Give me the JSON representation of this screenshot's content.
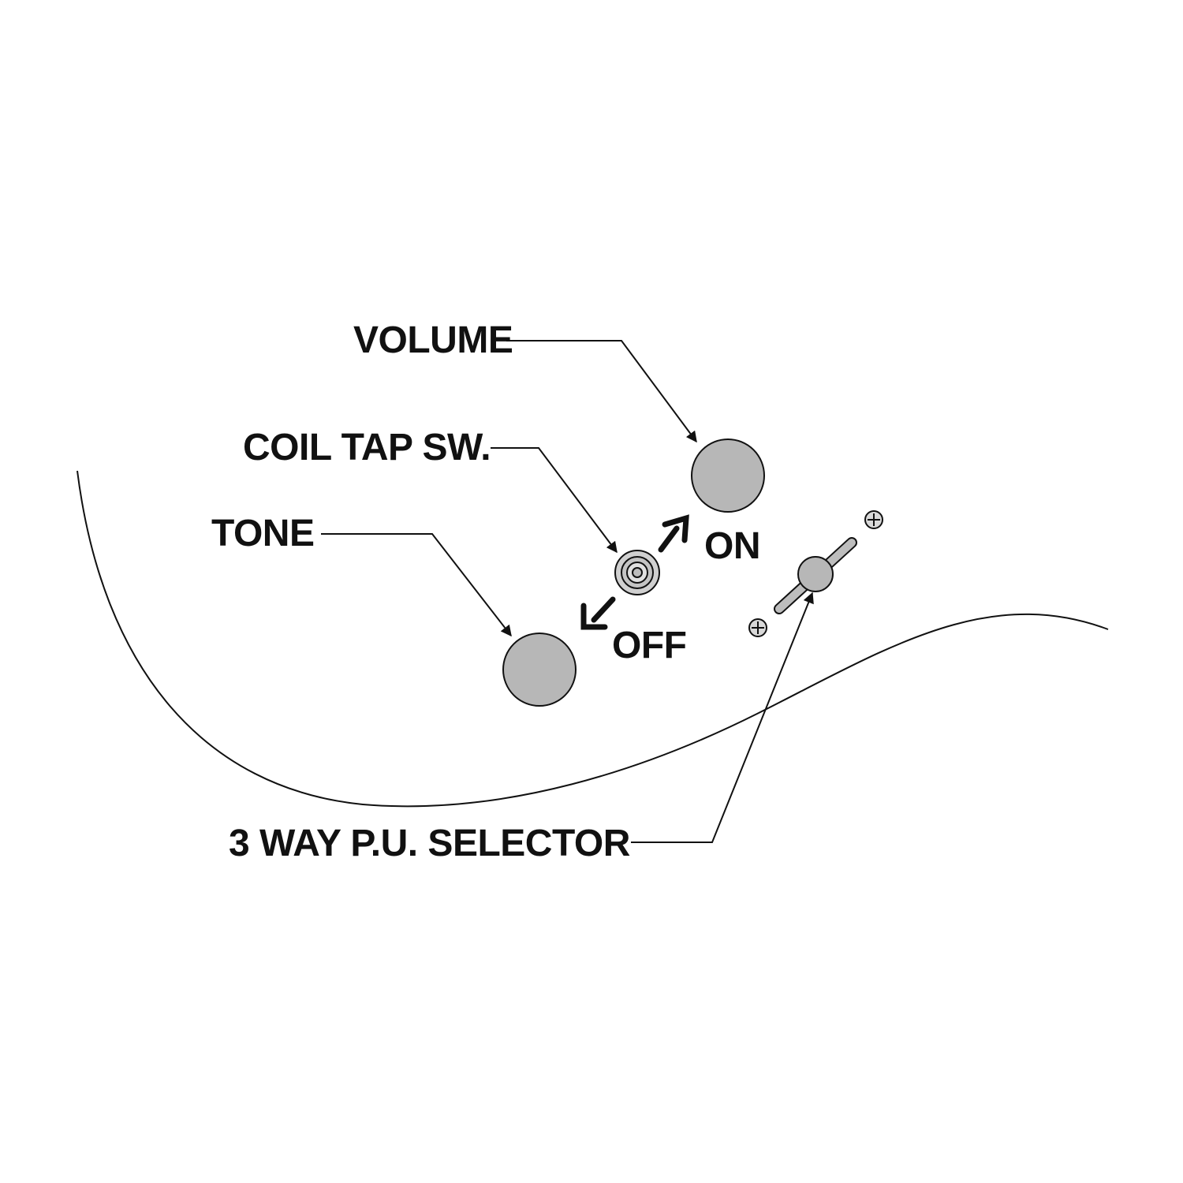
{
  "labels": {
    "volume": "VOLUME",
    "coil_tap": "COIL TAP SW.",
    "tone": "TONE",
    "on": "ON",
    "off": "OFF",
    "selector": "3 WAY P.U. SELECTOR"
  },
  "colors": {
    "knob_fill": "#b7b7b7",
    "line": "#111111",
    "background": "#ffffff"
  }
}
